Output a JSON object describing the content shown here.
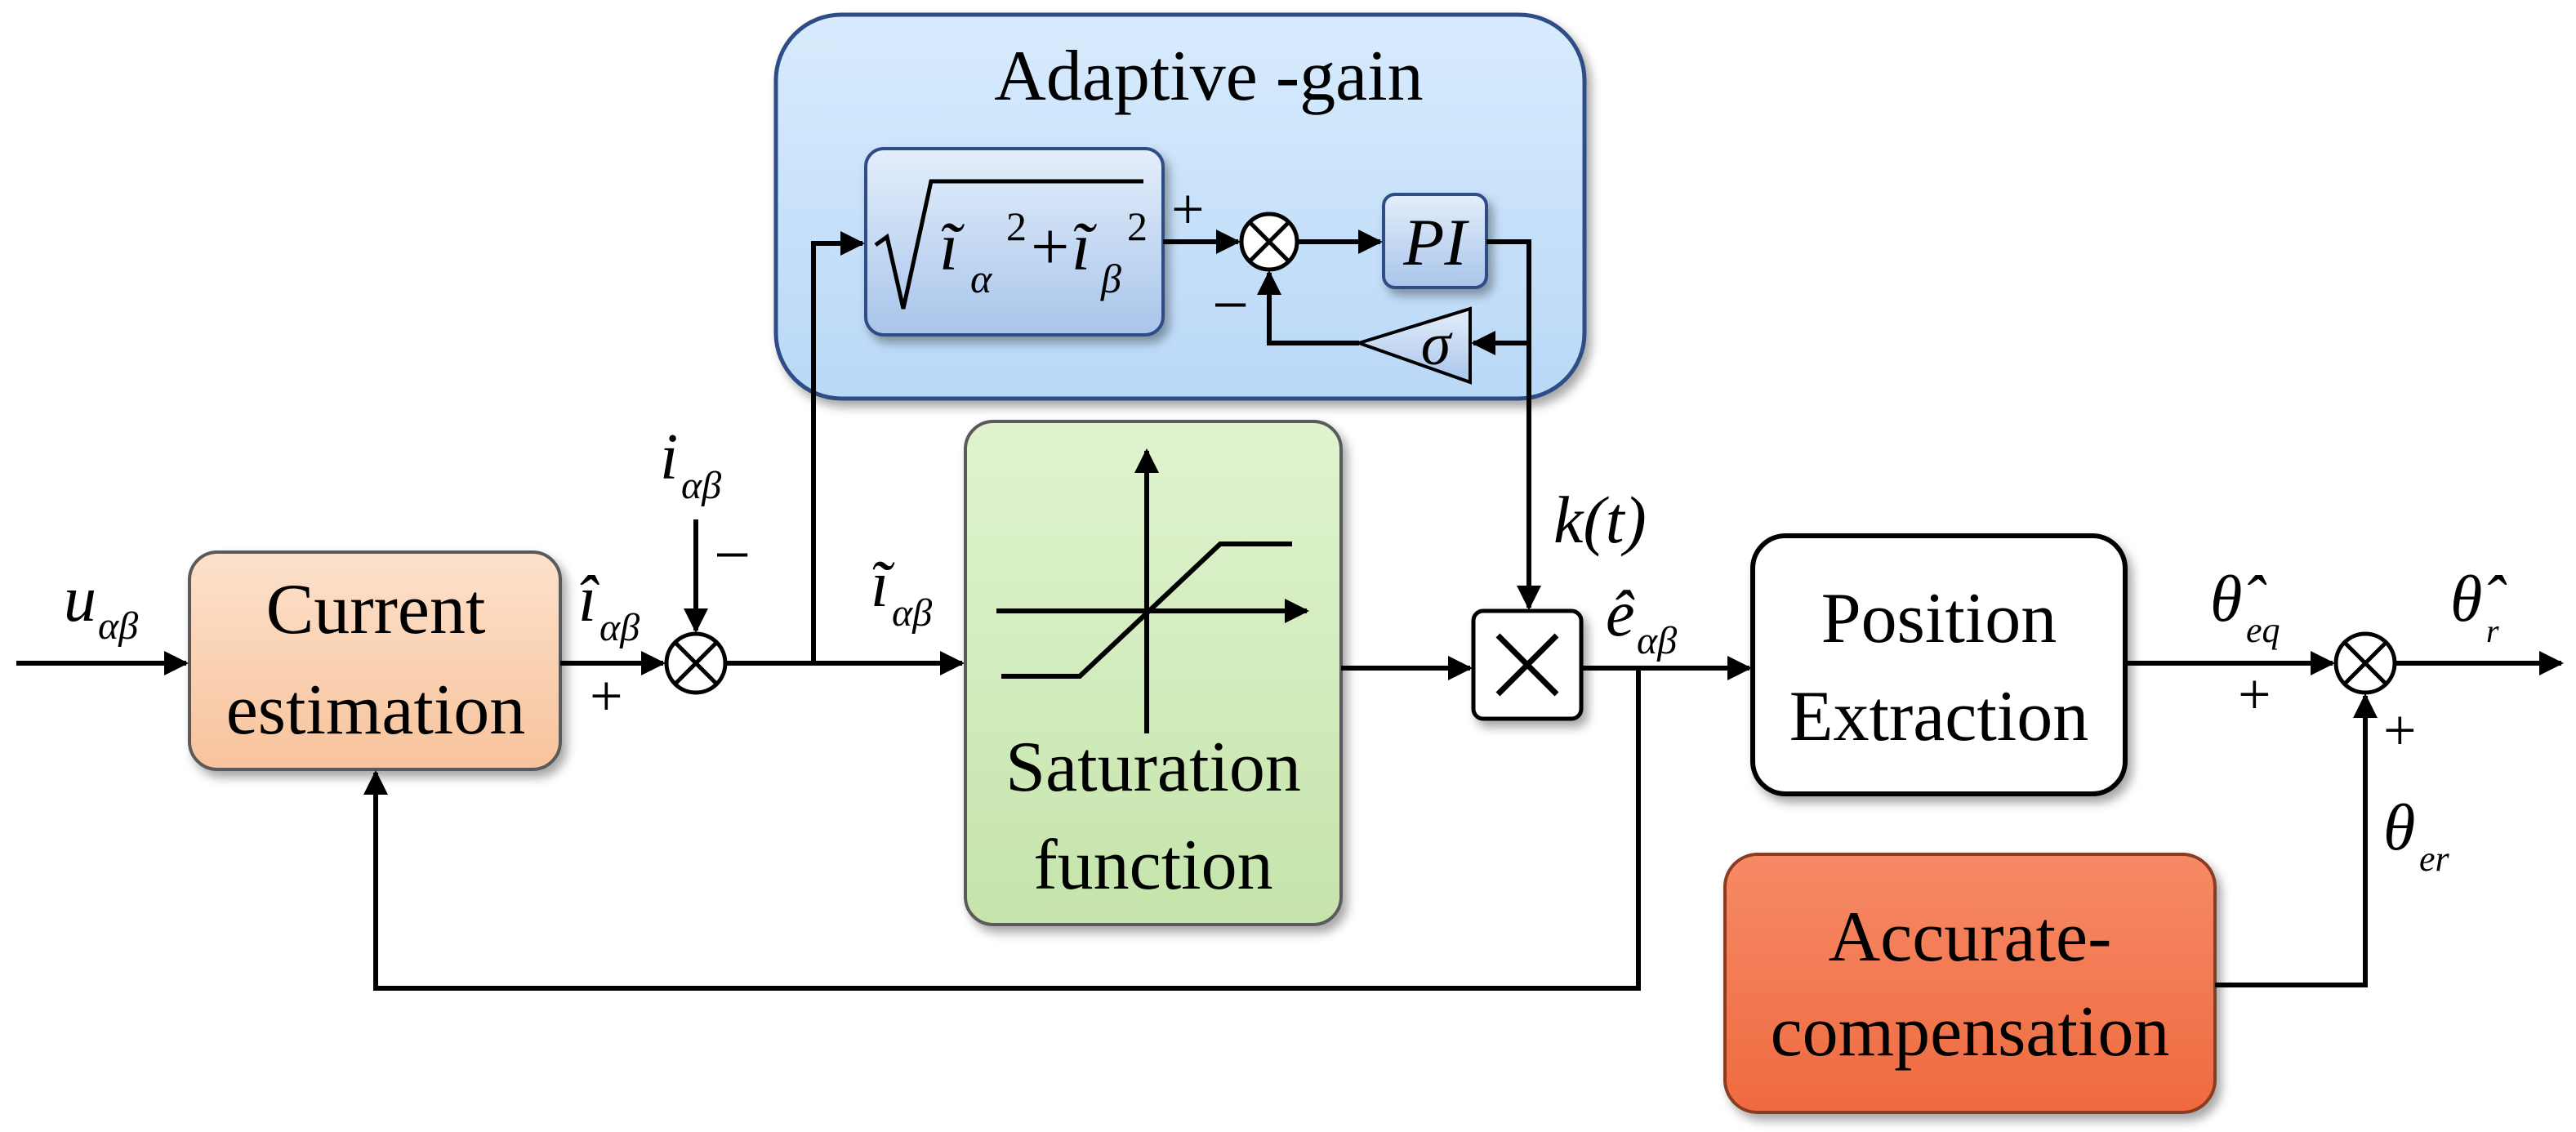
{
  "blocks": {
    "adaptive_gain": "Adaptive -gain",
    "current_estimation": [
      "Current",
      "estimation"
    ],
    "saturation_function": [
      "Saturation",
      "function"
    ],
    "position_extraction": [
      "Position",
      "Extraction"
    ],
    "accurate_compensation": [
      "Accurate-",
      "compensation"
    ],
    "pi": "PI",
    "gain_sigma": "σ"
  },
  "signals": {
    "input": {
      "base": "u",
      "sub": "αβ"
    },
    "current_estimate": {
      "base": "î",
      "sub": "αβ"
    },
    "measured_current": {
      "base": "i",
      "sub": "αβ"
    },
    "current_error": {
      "base": "ĩ",
      "sub": "αβ"
    },
    "back_emf_estimate": {
      "base": "ê",
      "sub": "αβ"
    },
    "gain": "k(t)",
    "theta_eq": {
      "base": "θ̂",
      "sub": "eq"
    },
    "theta_r": {
      "base": "θ̂",
      "sub": "r"
    },
    "theta_er": {
      "base": "θ",
      "sub": "er"
    },
    "magnitude": {
      "i_alpha": "ĩ",
      "i_alpha_sub": "α",
      "i_beta": "ĩ",
      "i_beta_sub": "β",
      "sup": "2",
      "plus": "+"
    }
  },
  "signs": {
    "sum1_top": "−",
    "sum1_bottom": "+",
    "sum_adapt_top": "+",
    "sum_adapt_bottom": "−",
    "sum_out_left": "+",
    "sum_out_bottom": "+"
  },
  "colors": {
    "adaptive_fill": "#c7e1fb",
    "adaptive_stroke": "#2e4e86",
    "current_est_fill": "#fbd3b4",
    "saturation_fill": "#d4ecbf",
    "compensation_fill": "#f4754e",
    "position_fill": "#ffffff"
  }
}
